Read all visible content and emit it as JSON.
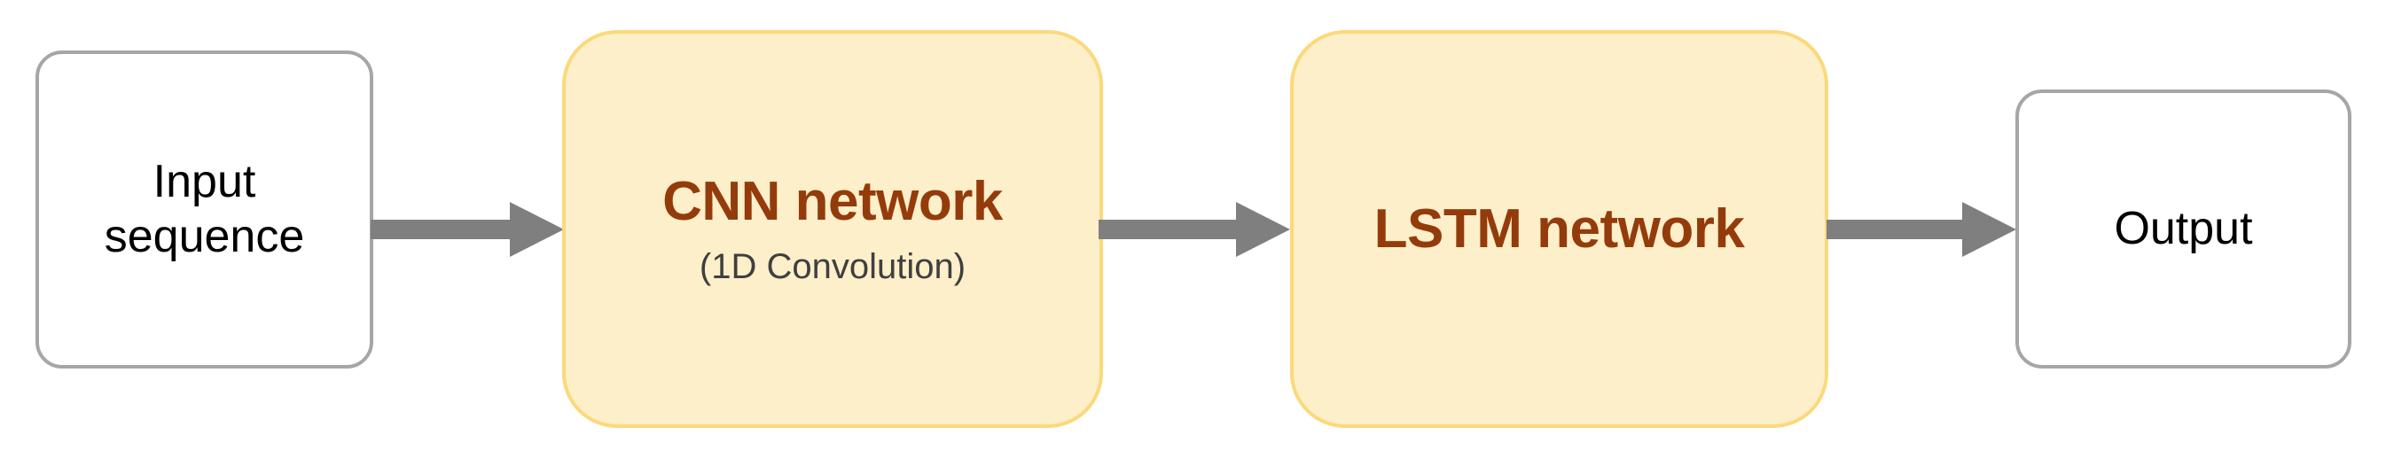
{
  "diagram": {
    "type": "flow-pipeline",
    "background_color": "#ffffff",
    "accent_color": "#943b0c",
    "highlight_fill": "#fdefc9",
    "highlight_border": "#fbd97b",
    "plain_border": "#a6a6a6",
    "arrow_color": "#7f7f7f",
    "nodes": [
      {
        "id": "input",
        "title_line1": "Input",
        "title_line2": "sequence",
        "subtitle": "",
        "style": "plain"
      },
      {
        "id": "cnn",
        "title_line1": "CNN network",
        "title_line2": "",
        "subtitle": "(1D Convolution)",
        "style": "highlight"
      },
      {
        "id": "lstm",
        "title_line1": "LSTM network",
        "title_line2": "",
        "subtitle": "",
        "style": "highlight"
      },
      {
        "id": "output",
        "title_line1": "Output",
        "title_line2": "",
        "subtitle": "",
        "style": "plain"
      }
    ],
    "connectors": [
      {
        "id": "arrow-1",
        "from": "input",
        "to": "cnn",
        "icon": "right-arrow-icon"
      },
      {
        "id": "arrow-2",
        "from": "cnn",
        "to": "lstm",
        "icon": "right-arrow-icon"
      },
      {
        "id": "arrow-3",
        "from": "lstm",
        "to": "output",
        "icon": "right-arrow-icon"
      }
    ]
  }
}
